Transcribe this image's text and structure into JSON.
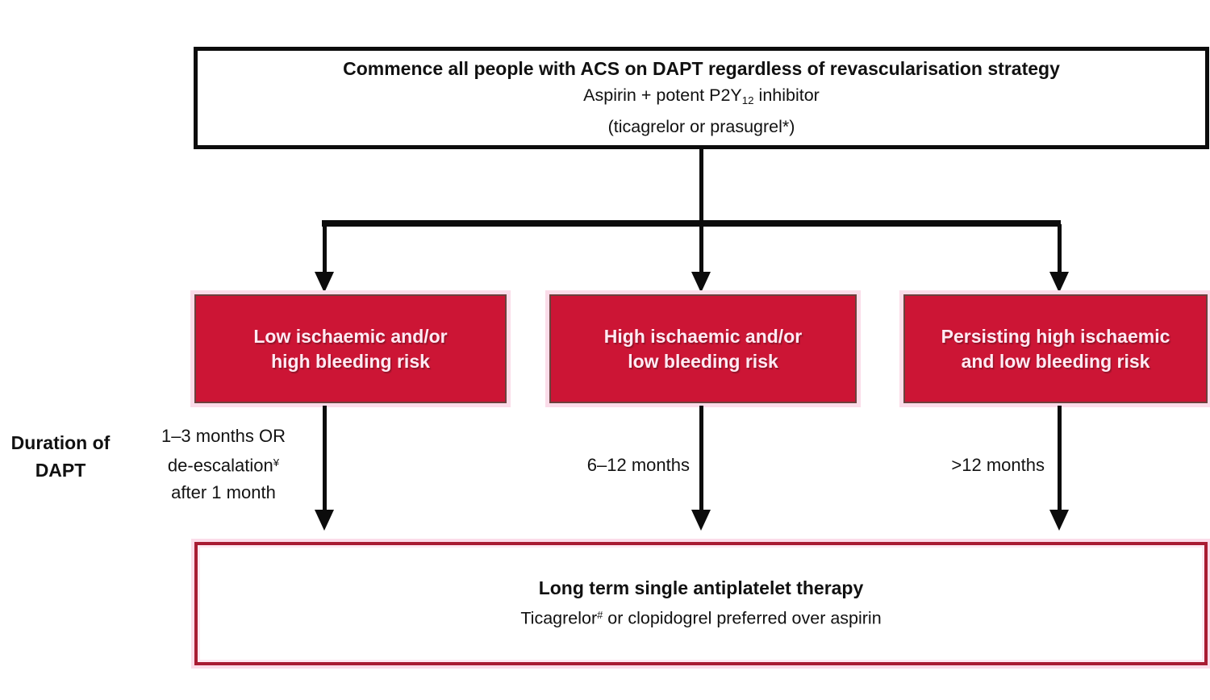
{
  "diagram": {
    "top_box": {
      "line1": "Commence all people with ACS on DAPT regardless of revascularisation strategy",
      "line2_prefix": "Aspirin + potent P2Y",
      "line2_sub": "12",
      "line2_suffix": " inhibitor",
      "line3": "(ticagrelor or prasugrel*)"
    },
    "risk_boxes": [
      {
        "line1": "Low ischaemic and/or",
        "line2": "high bleeding risk"
      },
      {
        "line1": "High ischaemic and/or",
        "line2": "low bleeding risk"
      },
      {
        "line1": "Persisting high ischaemic",
        "line2": "and low bleeding risk"
      }
    ],
    "side_label": {
      "line1": "Duration of",
      "line2": "DAPT"
    },
    "durations": {
      "left_line1": "1–3 months OR",
      "left_line2_text": "de-escalation",
      "left_line2_sup": "¥",
      "left_line3": "after 1 month",
      "middle": "6–12 months",
      "right": ">12 months"
    },
    "bottom_box": {
      "line1": "Long term single antiplatelet therapy",
      "line2_prefix": "Ticagrelor",
      "line2_sup": "#",
      "line2_suffix": " or clopidogrel preferred over aspirin"
    },
    "colors": {
      "box_red": "#cc1535",
      "dark_red_border": "#a81c33",
      "pink_glow": "#fbdce9",
      "line_black": "#0c0c0c"
    }
  }
}
